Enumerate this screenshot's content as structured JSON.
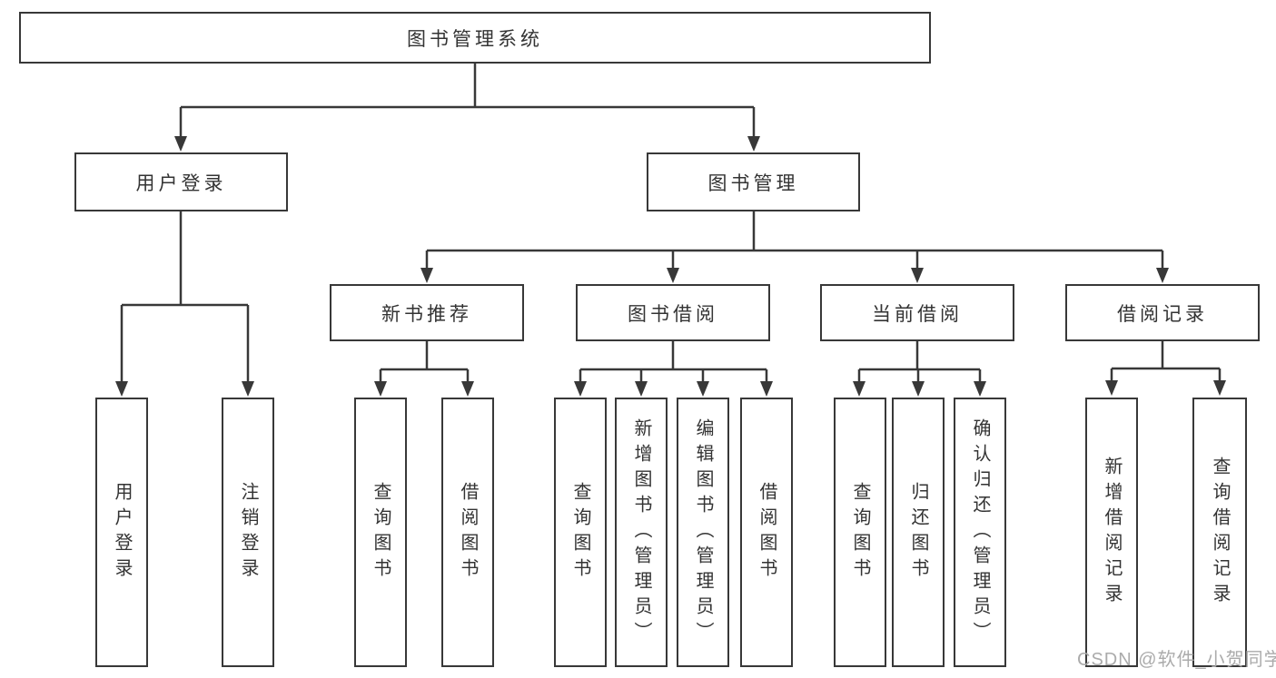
{
  "diagram": {
    "root": {
      "label": "图书管理系统"
    },
    "branches": [
      {
        "label": "用户登录",
        "children": [
          {
            "label": "用户登录"
          },
          {
            "label": "注销登录"
          }
        ]
      },
      {
        "label": "图书管理",
        "children": [
          {
            "label": "新书推荐",
            "children": [
              {
                "label": "查询图书"
              },
              {
                "label": "借阅图书"
              }
            ]
          },
          {
            "label": "图书借阅",
            "children": [
              {
                "label": "查询图书"
              },
              {
                "label": "新增图书（管理员）"
              },
              {
                "label": "编辑图书（管理员）"
              },
              {
                "label": "借阅图书"
              }
            ]
          },
          {
            "label": "当前借阅",
            "children": [
              {
                "label": "查询图书"
              },
              {
                "label": "归还图书"
              },
              {
                "label": "确认归还（管理员）"
              }
            ]
          },
          {
            "label": "借阅记录",
            "children": [
              {
                "label": "新增借阅记录"
              },
              {
                "label": "查询借阅记录"
              }
            ]
          }
        ]
      }
    ]
  },
  "watermark": {
    "text": "CSDN @软件_小贺同学"
  },
  "colors": {
    "line": "#383838",
    "text": "#333333",
    "watermark": "#ababab",
    "background": "#ffffff"
  }
}
